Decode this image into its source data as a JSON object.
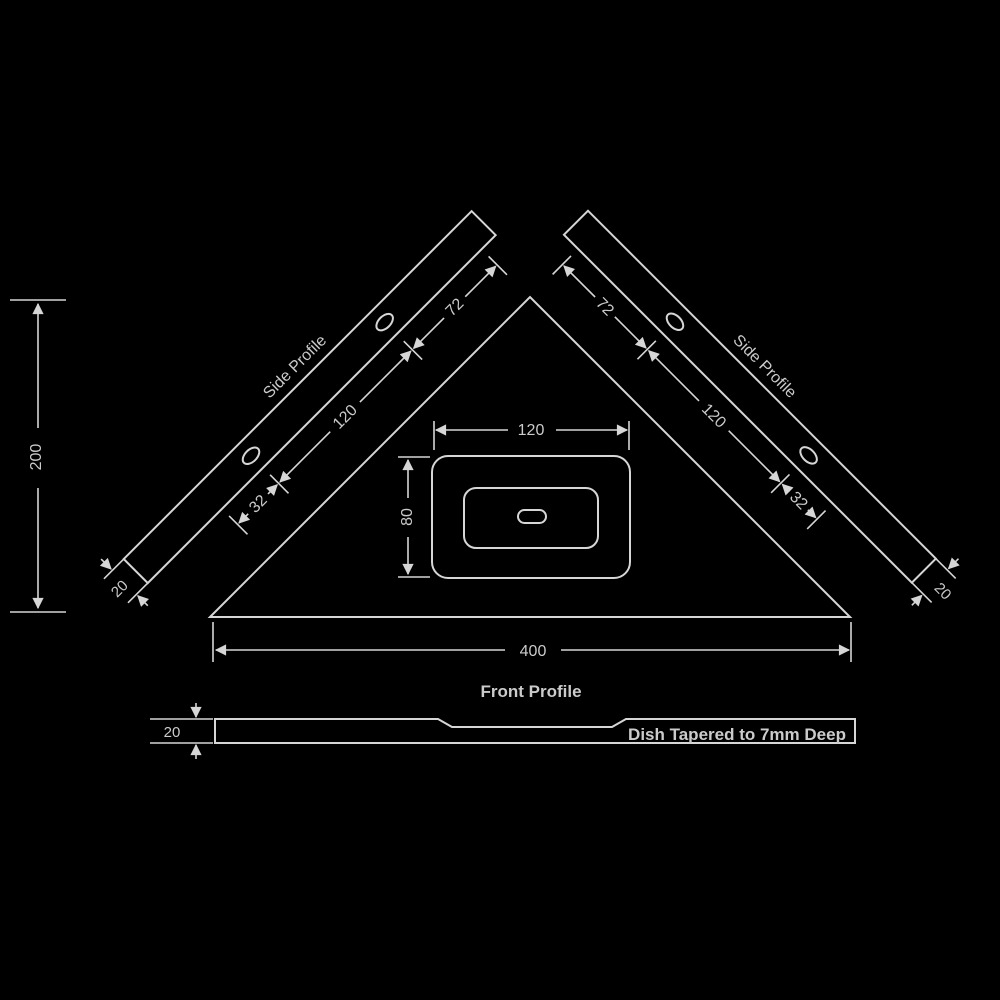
{
  "page": {
    "background": "#000000",
    "line_color": "#d6d6d6",
    "text_color": "#cbcbcb"
  },
  "plan": {
    "left_profile_label": "Side Profile",
    "right_profile_label": "Side Profile",
    "dims": {
      "overall_height": "200",
      "overall_width": "400",
      "dish_width": "120",
      "dish_depth": "80",
      "left_edge_bottom": "32",
      "left_edge_mid": "120",
      "left_edge_top": "72",
      "left_profile_thickness": "20",
      "right_edge_top": "72",
      "right_edge_mid": "120",
      "right_edge_bottom": "32",
      "right_profile_thickness": "20"
    }
  },
  "front": {
    "label": "Front Profile",
    "thickness": "20",
    "note": "Dish Tapered to 7mm Deep"
  }
}
